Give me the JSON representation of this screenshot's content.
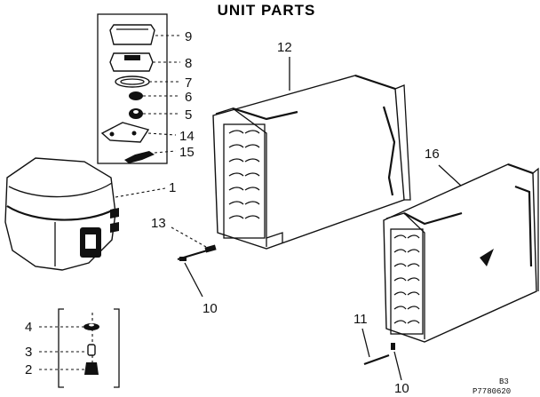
{
  "title": "UNIT PARTS",
  "callouts": [
    "9",
    "8",
    "7",
    "6",
    "5",
    "14",
    "15",
    "1",
    "12",
    "13",
    "10",
    "16",
    "11",
    "10",
    "4",
    "3",
    "2"
  ],
  "footer": {
    "code1": "B3",
    "code2": "P7780620"
  }
}
